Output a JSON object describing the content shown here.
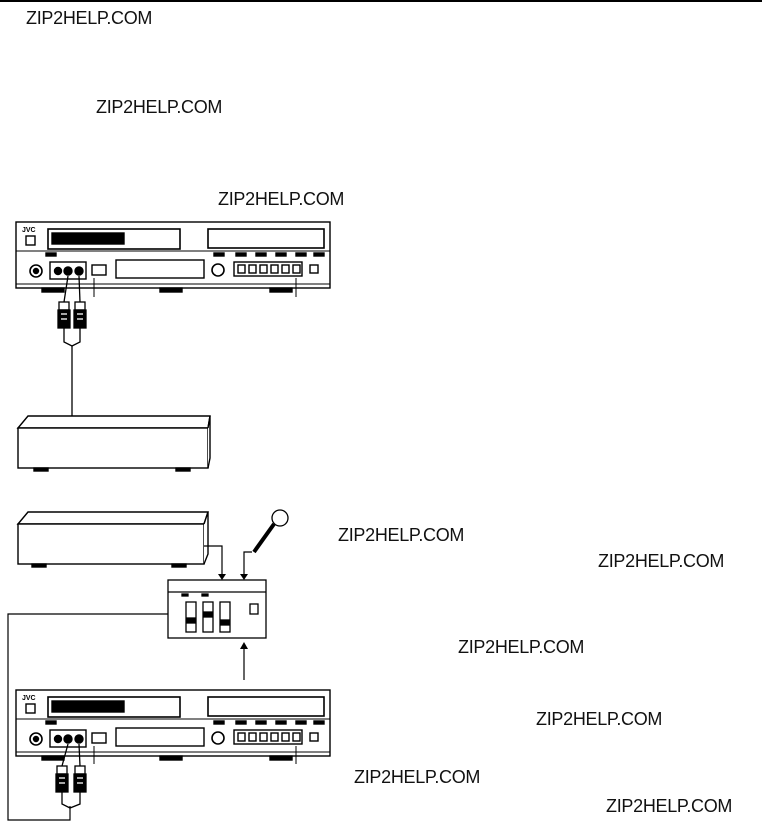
{
  "page": {
    "watermarks": [
      "ZIP2HELP.COM",
      "ZIP2HELP.COM",
      "ZIP2HELP.COM",
      "ZIP2HELP.COM",
      "ZIP2HELP.COM",
      "ZIP2HELP.COM",
      "ZIP2HELP.COM",
      "ZIP2HELP.COM",
      "ZIP2HELP.COM"
    ]
  },
  "deck_top": {
    "brand": "JVC"
  },
  "deck_bottom": {
    "brand": "JVC"
  },
  "colors": {
    "ink": "#000000",
    "paper": "#ffffff",
    "panel_gray": "#e6e6e6"
  }
}
